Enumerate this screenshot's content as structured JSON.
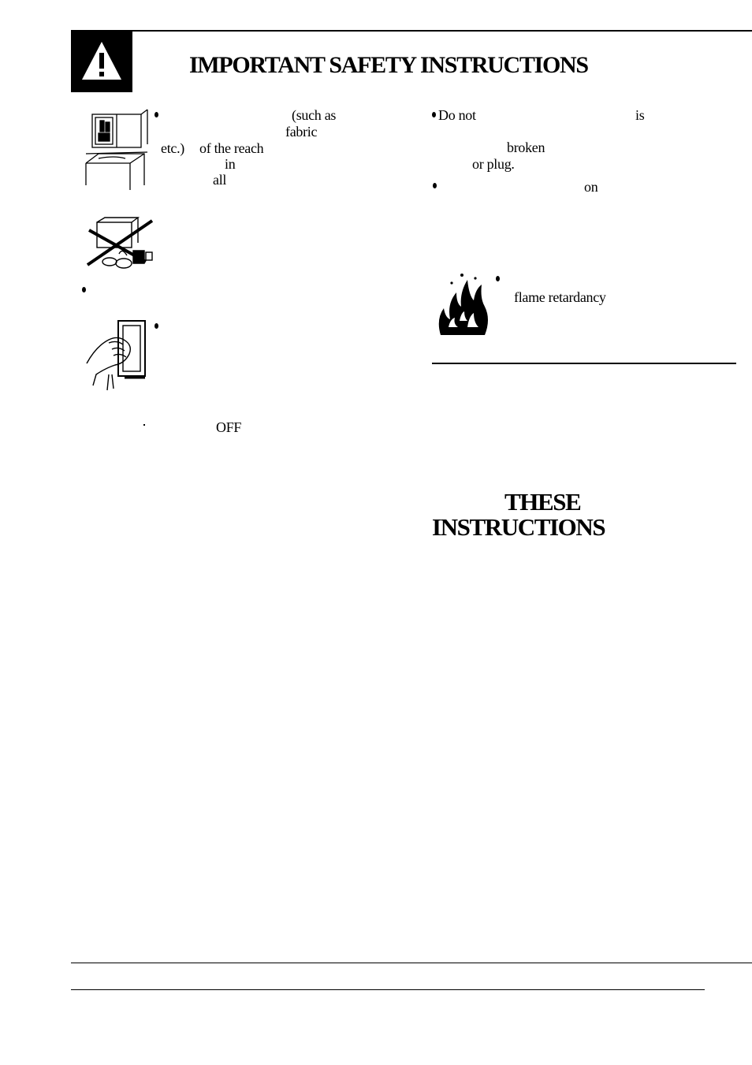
{
  "header": {
    "title": "IMPORTANT SAFETY INSTRUCTIONS"
  },
  "left_column": {
    "item1": [
      "(such as",
      "fabric",
      "etc.)",
      "of the reach",
      "in",
      "all"
    ],
    "item4": [
      "OFF"
    ]
  },
  "right_column": {
    "item1": [
      "Do not",
      "is",
      "broken",
      "or plug."
    ],
    "item2": [
      "on"
    ],
    "item3": [
      "flame retardancy"
    ]
  },
  "footer_block": {
    "line1": "THESE",
    "line2": "INSTRUCTIONS"
  },
  "icons": [
    "warning-icon",
    "cabinet-washer-icon",
    "no-flammables-icon",
    "wall-outlet-hand-icon",
    "flame-icon"
  ]
}
